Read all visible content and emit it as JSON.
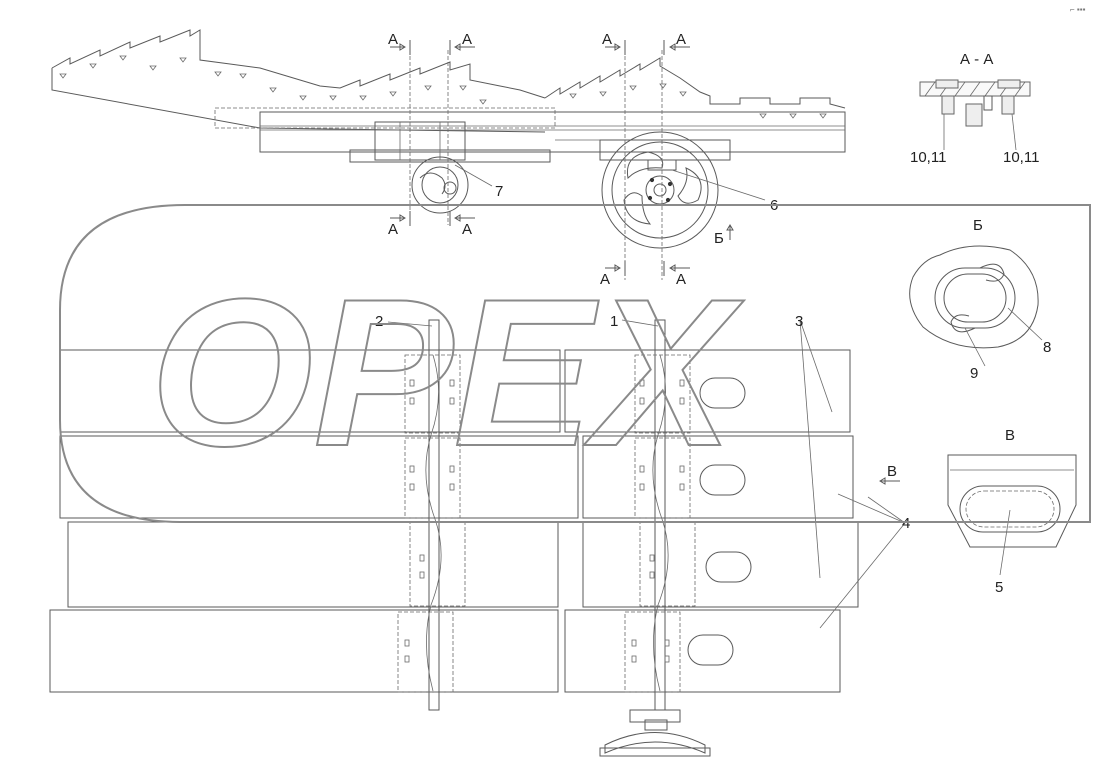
{
  "watermark": "OPEX",
  "section_views": {
    "aa_title": "А - А",
    "b_title": "Б",
    "v_title": "В"
  },
  "cut_marks": {
    "a": "А",
    "b": "Б",
    "v": "В"
  },
  "part_labels": {
    "p1": "1",
    "p2": "2",
    "p3": "3",
    "p4": "4",
    "p5": "5",
    "p6": "6",
    "p7": "7",
    "p8": "8",
    "p9": "9",
    "p10_11_left": "10,11",
    "p10_11_right": "10,11"
  },
  "corner_mark": "⌐ ▪▪▪"
}
